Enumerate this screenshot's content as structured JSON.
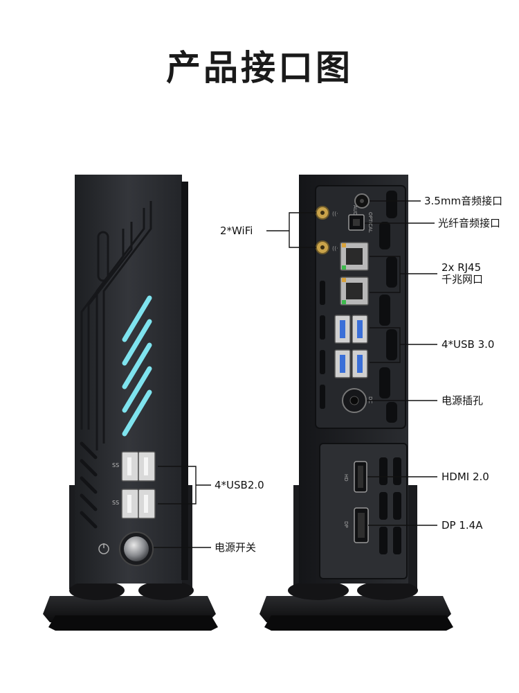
{
  "title": "产品接口图",
  "callouts": {
    "wifi": "2*WiFi",
    "usb2": "4*USB2.0",
    "power_switch": "电源开关",
    "audio_35": "3.5mm音频接口",
    "optical": "光纤音频接口",
    "rj45_line1": "2x RJ45",
    "rj45_line2": "千兆网口",
    "usb3": "4*USB 3.0",
    "dc_jack": "电源插孔",
    "hdmi": "HDMI 2.0",
    "dp": "DP 1.4A"
  },
  "port_marks": {
    "aud": "AUD",
    "optical": "OPTICAL",
    "dc": "DC",
    "hd": "HD",
    "dp": "DP"
  },
  "colors": {
    "chassis": "#2b2d31",
    "chassis_dark": "#17181b",
    "led": "#7fe3ee",
    "text": "#111111"
  }
}
